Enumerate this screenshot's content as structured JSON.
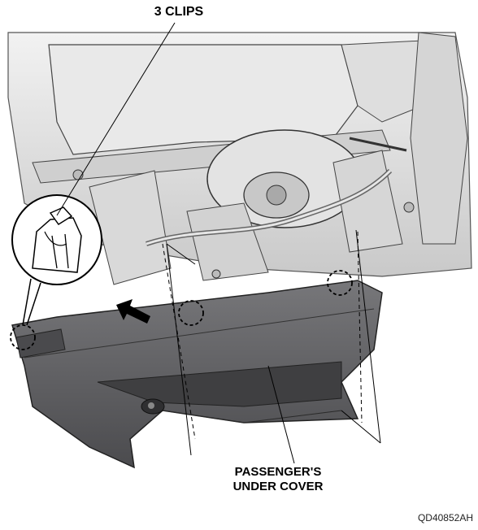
{
  "labels": {
    "clips": "3 CLIPS",
    "cover_line1": "PASSENGER'S",
    "cover_line2": "UNDER COVER",
    "figure_code": "QD40852AH"
  },
  "colors": {
    "cover_fill": "#5c5c5e",
    "cover_dark": "#3f3f41",
    "dash_fill": "#d8d8d8",
    "line": "#111111"
  },
  "icons": {
    "clip_marker": "dashed-circle",
    "direction_arrow": "arrow-right"
  }
}
